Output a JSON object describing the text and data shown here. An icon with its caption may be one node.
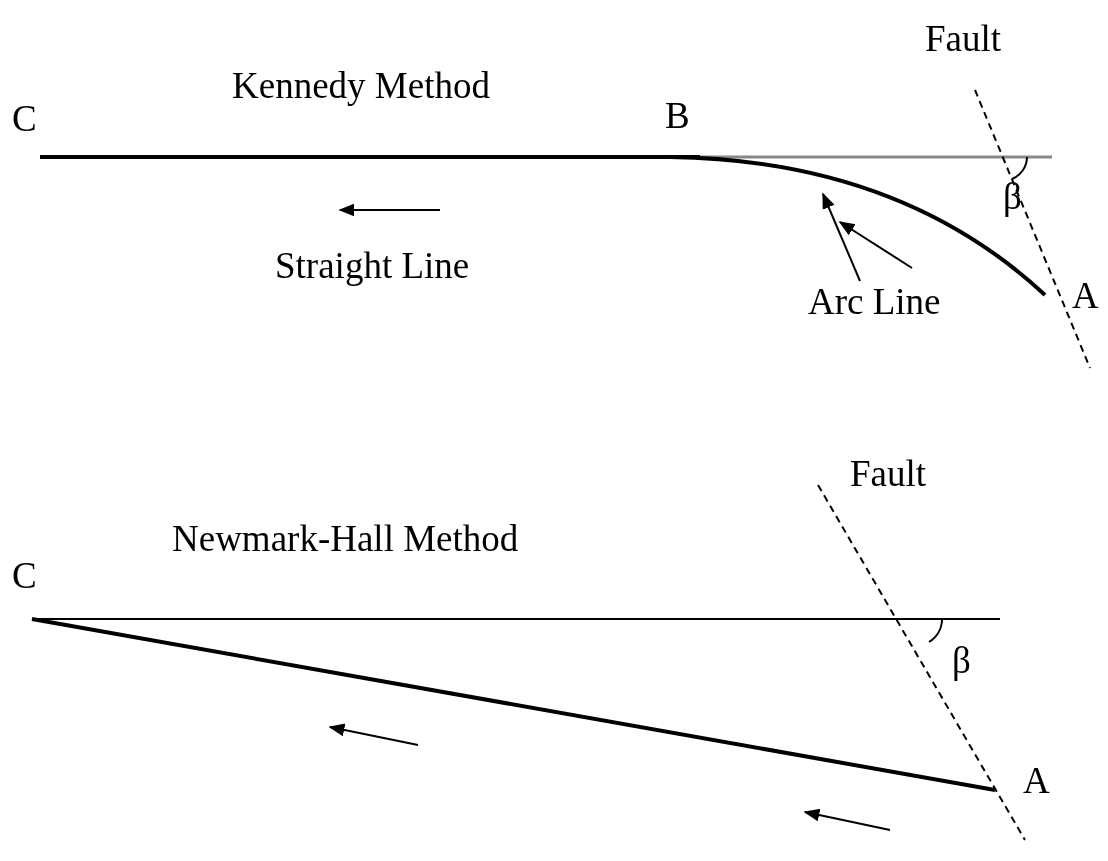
{
  "diagram": {
    "nodes": [
      {
        "text": [
          "Arc Line"
        ]
      },
      {
        "text": [],
        "shape": "arc"
      }
    ],
    "edges": [
      {
        "from": 0,
        "to": 1,
        "arrow": "to"
      },
      {
        "from": 0,
        "to": 1,
        "arrow": "to"
      }
    ],
    "labels": [
      "Fault",
      "Kennedy Method",
      "C",
      "B",
      "β",
      "Straight Line",
      "A",
      "Fault",
      "Newmark-Hall Method",
      "C",
      "β",
      "A"
    ]
  }
}
